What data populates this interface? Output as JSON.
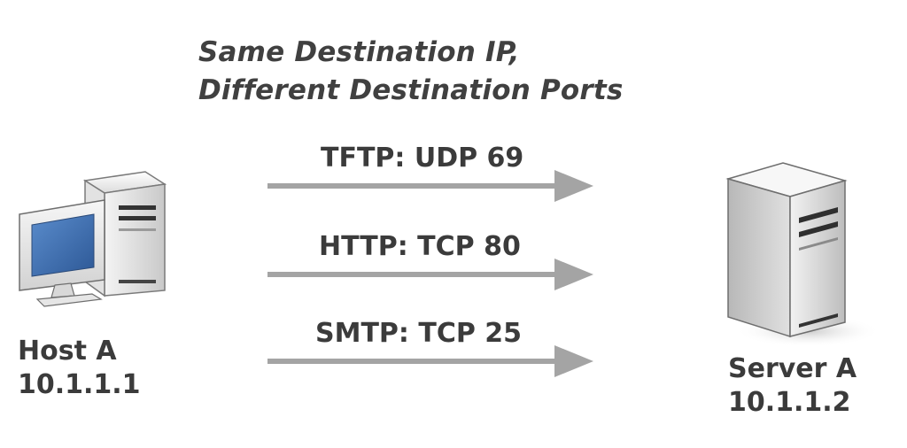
{
  "title": {
    "line1": "Same Destination IP,",
    "line2": "Different Destination Ports"
  },
  "flows": [
    {
      "label": "TFTP: UDP 69"
    },
    {
      "label": "HTTP: TCP 80"
    },
    {
      "label": "SMTP: TCP 25"
    }
  ],
  "host": {
    "name": "Host A",
    "ip": "10.1.1.1",
    "icon": "desktop-computer-icon"
  },
  "server": {
    "name": "Server A",
    "ip": "10.1.1.2",
    "icon": "server-tower-icon"
  },
  "colors": {
    "arrow": "#a4a4a4",
    "text": "#3b3b3b",
    "screen": "#3e6da8"
  }
}
